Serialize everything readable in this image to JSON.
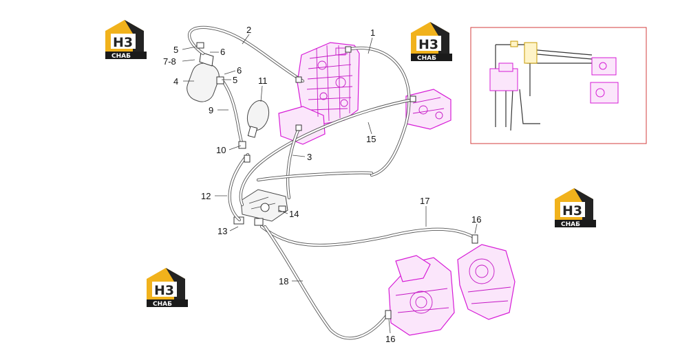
{
  "logo": {
    "letters": "H3",
    "word": "СНАБ",
    "gold": "#f1b21c",
    "dark": "#232323",
    "bar": "#1a1a1a"
  },
  "callouts": [
    {
      "id": "c1",
      "text": "1"
    },
    {
      "id": "c2",
      "text": "2"
    },
    {
      "id": "c3",
      "text": "3"
    },
    {
      "id": "c4",
      "text": "4"
    },
    {
      "id": "c5a",
      "text": "5"
    },
    {
      "id": "c5b",
      "text": "5"
    },
    {
      "id": "c6a",
      "text": "6"
    },
    {
      "id": "c6b",
      "text": "6"
    },
    {
      "id": "c78",
      "text": "7-8"
    },
    {
      "id": "c9",
      "text": "9"
    },
    {
      "id": "c10",
      "text": "10"
    },
    {
      "id": "c11",
      "text": "11"
    },
    {
      "id": "c12",
      "text": "12"
    },
    {
      "id": "c13",
      "text": "13"
    },
    {
      "id": "c14",
      "text": "14"
    },
    {
      "id": "c15",
      "text": "15"
    },
    {
      "id": "c16a",
      "text": "16"
    },
    {
      "id": "c16b",
      "text": "16"
    },
    {
      "id": "c17",
      "text": "17"
    },
    {
      "id": "c18",
      "text": "18"
    }
  ],
  "colors": {
    "part_magenta": "#d61ad6",
    "inset_border": "#d33c3c",
    "hose": "#555555"
  }
}
